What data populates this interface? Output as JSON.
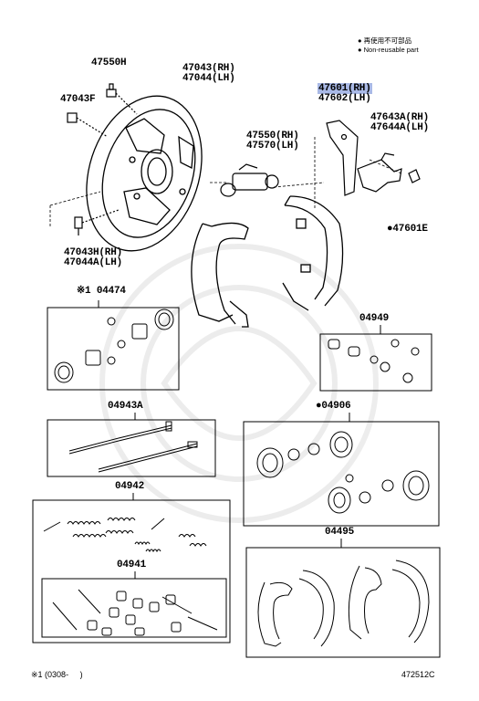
{
  "legend": {
    "jp": "● 再使用不可部品",
    "en": "● Non-reusable part"
  },
  "labels": {
    "p47550H": "47550H",
    "p47043F": "47043F",
    "p47043_rh": "47043(RH)",
    "p47044_lh": "47044(LH)",
    "p47601_rh": "47601(RH)",
    "p47602_lh": "47602(LH)",
    "p47643A_rh": "47643A(RH)",
    "p47644A_lh": "47644A(LH)",
    "p47550_rh": "47550(RH)",
    "p47570_lh": "47570(LH)",
    "p47601E": "●47601E",
    "p47043H_rh": "47043H(RH)",
    "p47044A_lh": "47044A(LH)",
    "p04474": "※1 04474",
    "p04949": "04949",
    "p04943A": "04943A",
    "p04906": "●04906",
    "p04942": "04942",
    "p04941": "04941",
    "p04495": "04495"
  },
  "footer": {
    "note": "※1 (0308-     )",
    "code": "472512C"
  },
  "colors": {
    "highlight": "#a9b9e6",
    "line": "#000000"
  }
}
